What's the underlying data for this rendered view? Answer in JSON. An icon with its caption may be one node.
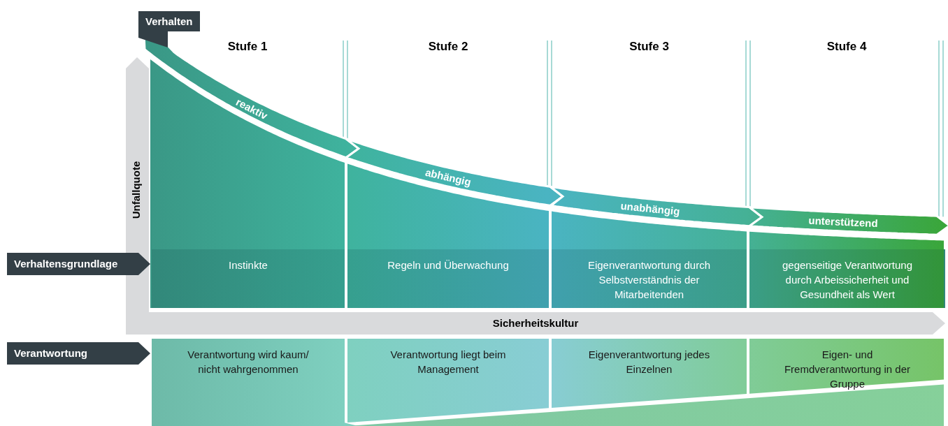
{
  "diagram": {
    "nodes": [
      {
        "text": [
          "Verhalten"
        ]
      },
      {
        "text": [
          "reaktiv"
        ]
      },
      {
        "text": [
          "abhängig"
        ]
      },
      {
        "text": [
          "unabhängig"
        ]
      },
      {
        "text": [
          "unterstützend"
        ]
      },
      {
        "text": [
          "Unfallquote"
        ]
      },
      {
        "text": [
          "Verhaltensgrundlage"
        ]
      },
      {
        "text": [
          "Instinkte"
        ]
      },
      {
        "text": [
          "Regeln und Überwachung"
        ]
      },
      {
        "text": [
          "Eigenverantwortung durch Selbstverständnis der Mitarbeitenden"
        ]
      },
      {
        "text": [
          "gegenseitige Verantwortung durch Arbeissicherheit und Gesundheit als Wert"
        ]
      },
      {
        "text": [
          "Sicherheitskultur"
        ]
      },
      {
        "text": [
          "Verantwortung"
        ]
      },
      {
        "text": [
          "Verantwortung wird kaum/ nicht wahrgenommen"
        ]
      },
      {
        "text": [
          "Verantwortung liegt beim Management"
        ]
      },
      {
        "text": [
          "Eigenverantwortung jedes Einzelnen"
        ]
      },
      {
        "text": [
          "Eigen- und Fremdverantwortung in der Gruppe"
        ]
      }
    ],
    "labels": [
      "Stufe 1",
      "Stufe 2",
      "Stufe 3",
      "Stufe 4"
    ]
  }
}
